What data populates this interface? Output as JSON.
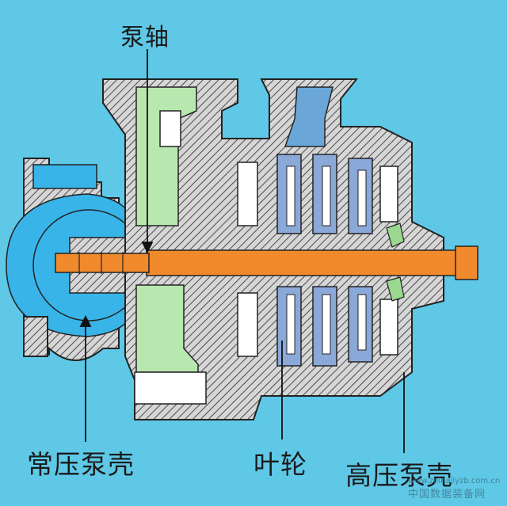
{
  "labels": {
    "shaft": "泵轴",
    "low_pressure_casing": "常压泵壳",
    "impeller": "叶轮",
    "high_pressure_casing": "高压泵壳"
  },
  "watermark": {
    "url": "www.zhinajlyzb.com.cn",
    "text": "中国数据装备网"
  },
  "colors": {
    "background": "#5ec8e6",
    "housing": "#d9d9d9",
    "hatch": "#4a4a4a",
    "shaft": "#f08a2c",
    "impeller": "#8aa8d8",
    "seal_green": "#b8e8b0",
    "low_pressure_blue": "#38b4e8",
    "outline": "#222222"
  }
}
